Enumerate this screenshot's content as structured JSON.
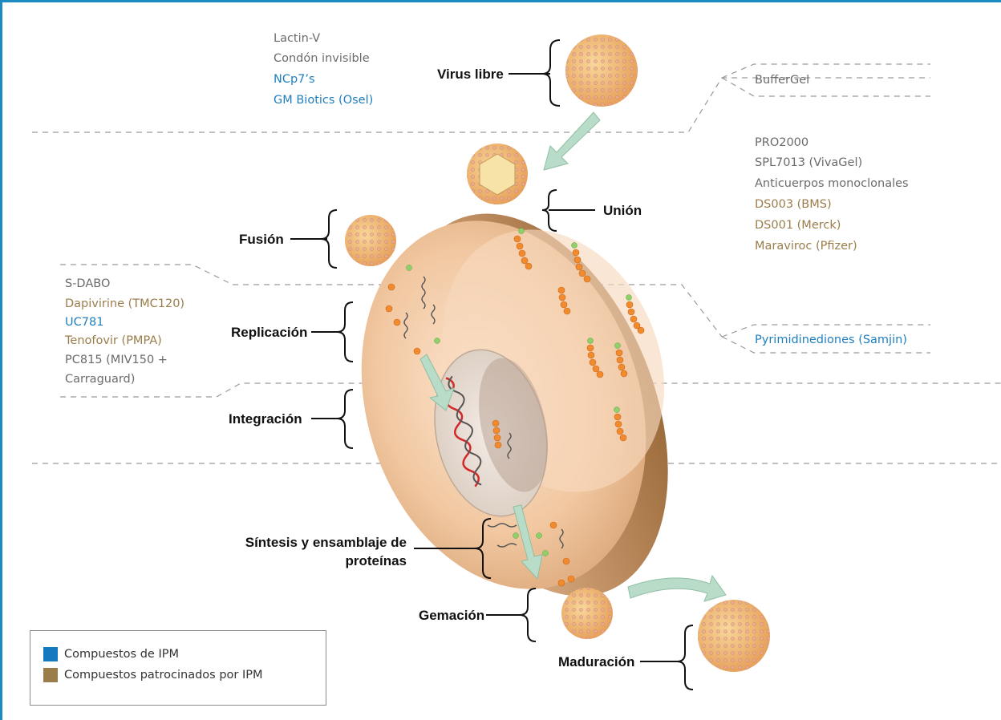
{
  "stages": {
    "free_virus": "Virus libre",
    "binding": "Unión",
    "fusion": "Fusión",
    "replication": "Replicación",
    "integration": "Integración",
    "synthesis_line1": "Síntesis y ensamblaje de",
    "synthesis_line2": "proteínas",
    "budding": "Gemación",
    "maturation": "Maduración"
  },
  "compounds": {
    "free_virus": [
      {
        "text": "Lactin-V",
        "category": "other"
      },
      {
        "text": "Condón invisible",
        "category": "other"
      },
      {
        "text": "NCp7’s",
        "category": "ipm"
      },
      {
        "text": "GM Biotics (Osel)",
        "category": "ipm"
      }
    ],
    "buffergel": [
      {
        "text": "BufferGel",
        "category": "other"
      }
    ],
    "binding": [
      {
        "text": "PRO2000",
        "category": "other"
      },
      {
        "text": "SPL7013 (VivaGel)",
        "category": "other"
      },
      {
        "text": "Anticuerpos monoclonales",
        "category": "other"
      },
      {
        "text": "DS003 (BMS)",
        "category": "sponsored"
      },
      {
        "text": "DS001 (Merck)",
        "category": "sponsored"
      },
      {
        "text": "Maraviroc (Pfizer)",
        "category": "sponsored"
      }
    ],
    "replication": [
      {
        "text": "S-DABO",
        "category": "other"
      },
      {
        "text": "Dapivirine (TMC120)",
        "category": "sponsored"
      },
      {
        "text": "UC781",
        "category": "ipm"
      },
      {
        "text": "Tenofovir (PMPA)",
        "category": "sponsored"
      },
      {
        "text": "PC815 (MIV150 +",
        "category": "other"
      },
      {
        "text": "Carraguard)",
        "category": "other"
      }
    ],
    "pyrimidinediones": [
      {
        "text": "Pyrimidinediones (Samjin)",
        "category": "ipm"
      }
    ]
  },
  "legend": {
    "items": [
      {
        "label": "Compuestos de IPM",
        "color": "#1479be"
      },
      {
        "label": "Compuestos patrocinados por IPM",
        "color": "#9a7d4a"
      }
    ]
  },
  "colors": {
    "frame": "#1e8ac2",
    "ipm_text": "#1f7fbf",
    "sponsored_text": "#9a7d4a",
    "other_text": "#6b6b6b"
  }
}
